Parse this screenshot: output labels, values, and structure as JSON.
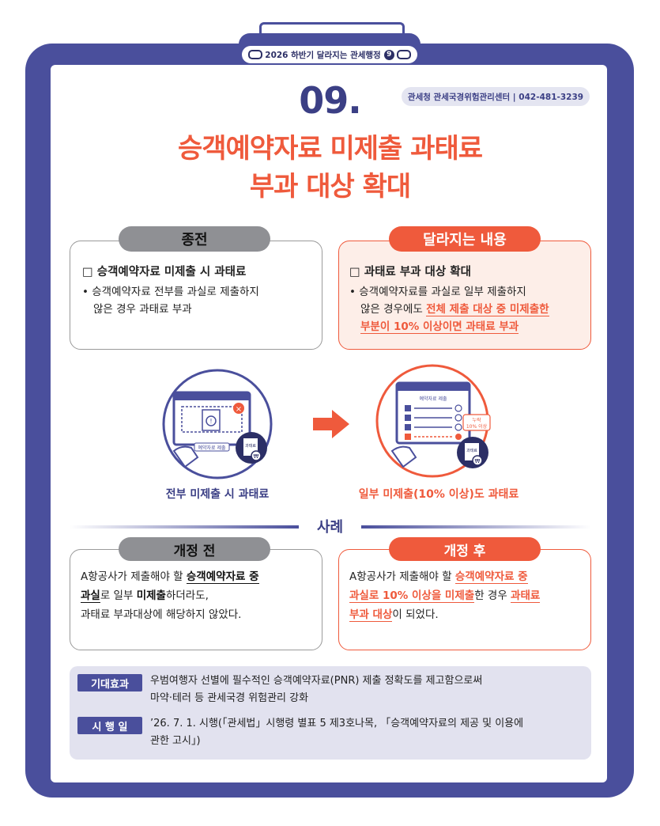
{
  "header": {
    "series": "2026 하반기 달라지는 관세행정",
    "badge": "9"
  },
  "agency": "관세청 관세국경위험관리센터 | 042-481-3239",
  "number": "09.",
  "title_line1": "승객예약자료 미제출 과태료",
  "title_line2": "부과 대상 확대",
  "before": {
    "pill": "종전",
    "heading": "□ 승객예약자료 미제출 시 과태료",
    "line1": "• 승객예약자료 전부를 과실로 제출하지",
    "line2": "않은 경우 과태료 부과"
  },
  "after": {
    "pill": "달라지는 내용",
    "heading": "□ 과태료 부과 대상 확대",
    "line1": "• 승객예약자료를 과실로 일부 제출하지",
    "line2a": "않은 경우에도 ",
    "line2b": "전체 제출 대상 중 미제출한",
    "line3": "부분이 10% 이상이면 과태료 부과"
  },
  "illustrations": {
    "left_screen_label": "예약자료 제출",
    "right_screen_label": "예약자료 제출",
    "doc_label": "과태료",
    "won": "₩",
    "missing_tag_1": "누락",
    "missing_tag_2": "10% 이상",
    "left_caption": "전부 미제출 시 과태료",
    "right_caption": "일부 미제출(10% 이상)도 과태료"
  },
  "case_title": "사례",
  "case_before": {
    "pill": "개정 전",
    "l1a": "A항공사가 제출해야 할 ",
    "l1b": "승객예약자료 중",
    "l2a": "과실",
    "l2b": "로 일부 ",
    "l2c": "미제출",
    "l2d": "하더라도,",
    "l3": "과태료 부과대상에 해당하지 않았다."
  },
  "case_after": {
    "pill": "개정 후",
    "l1a": "A항공사가 제출해야 할 ",
    "l1b": "승객예약자료 중",
    "l2a": "과실로 10% 이상을 미제출",
    "l2b": "한 경우 ",
    "l2c": "과태료",
    "l3a": "부과 대상",
    "l3b": "이 되었다."
  },
  "effect": {
    "label": "기대효과",
    "line1": "우범여행자 선별에 필수적인 승객예약자료(PNR) 제출 정확도를 제고함으로써",
    "line2": "마약·테러 등 관세국경 위험관리 강화"
  },
  "enforce": {
    "label": "시 행 일",
    "line1": "’26. 7. 1. 시행(「관세법」시행령 별표 5 제3호나목, 「승객예약자료의 제공 및 이용에",
    "line2": "관한 고시」)"
  },
  "colors": {
    "navy": "#4a4f9c",
    "orange": "#ef5a3c",
    "gray": "#8f9094"
  }
}
